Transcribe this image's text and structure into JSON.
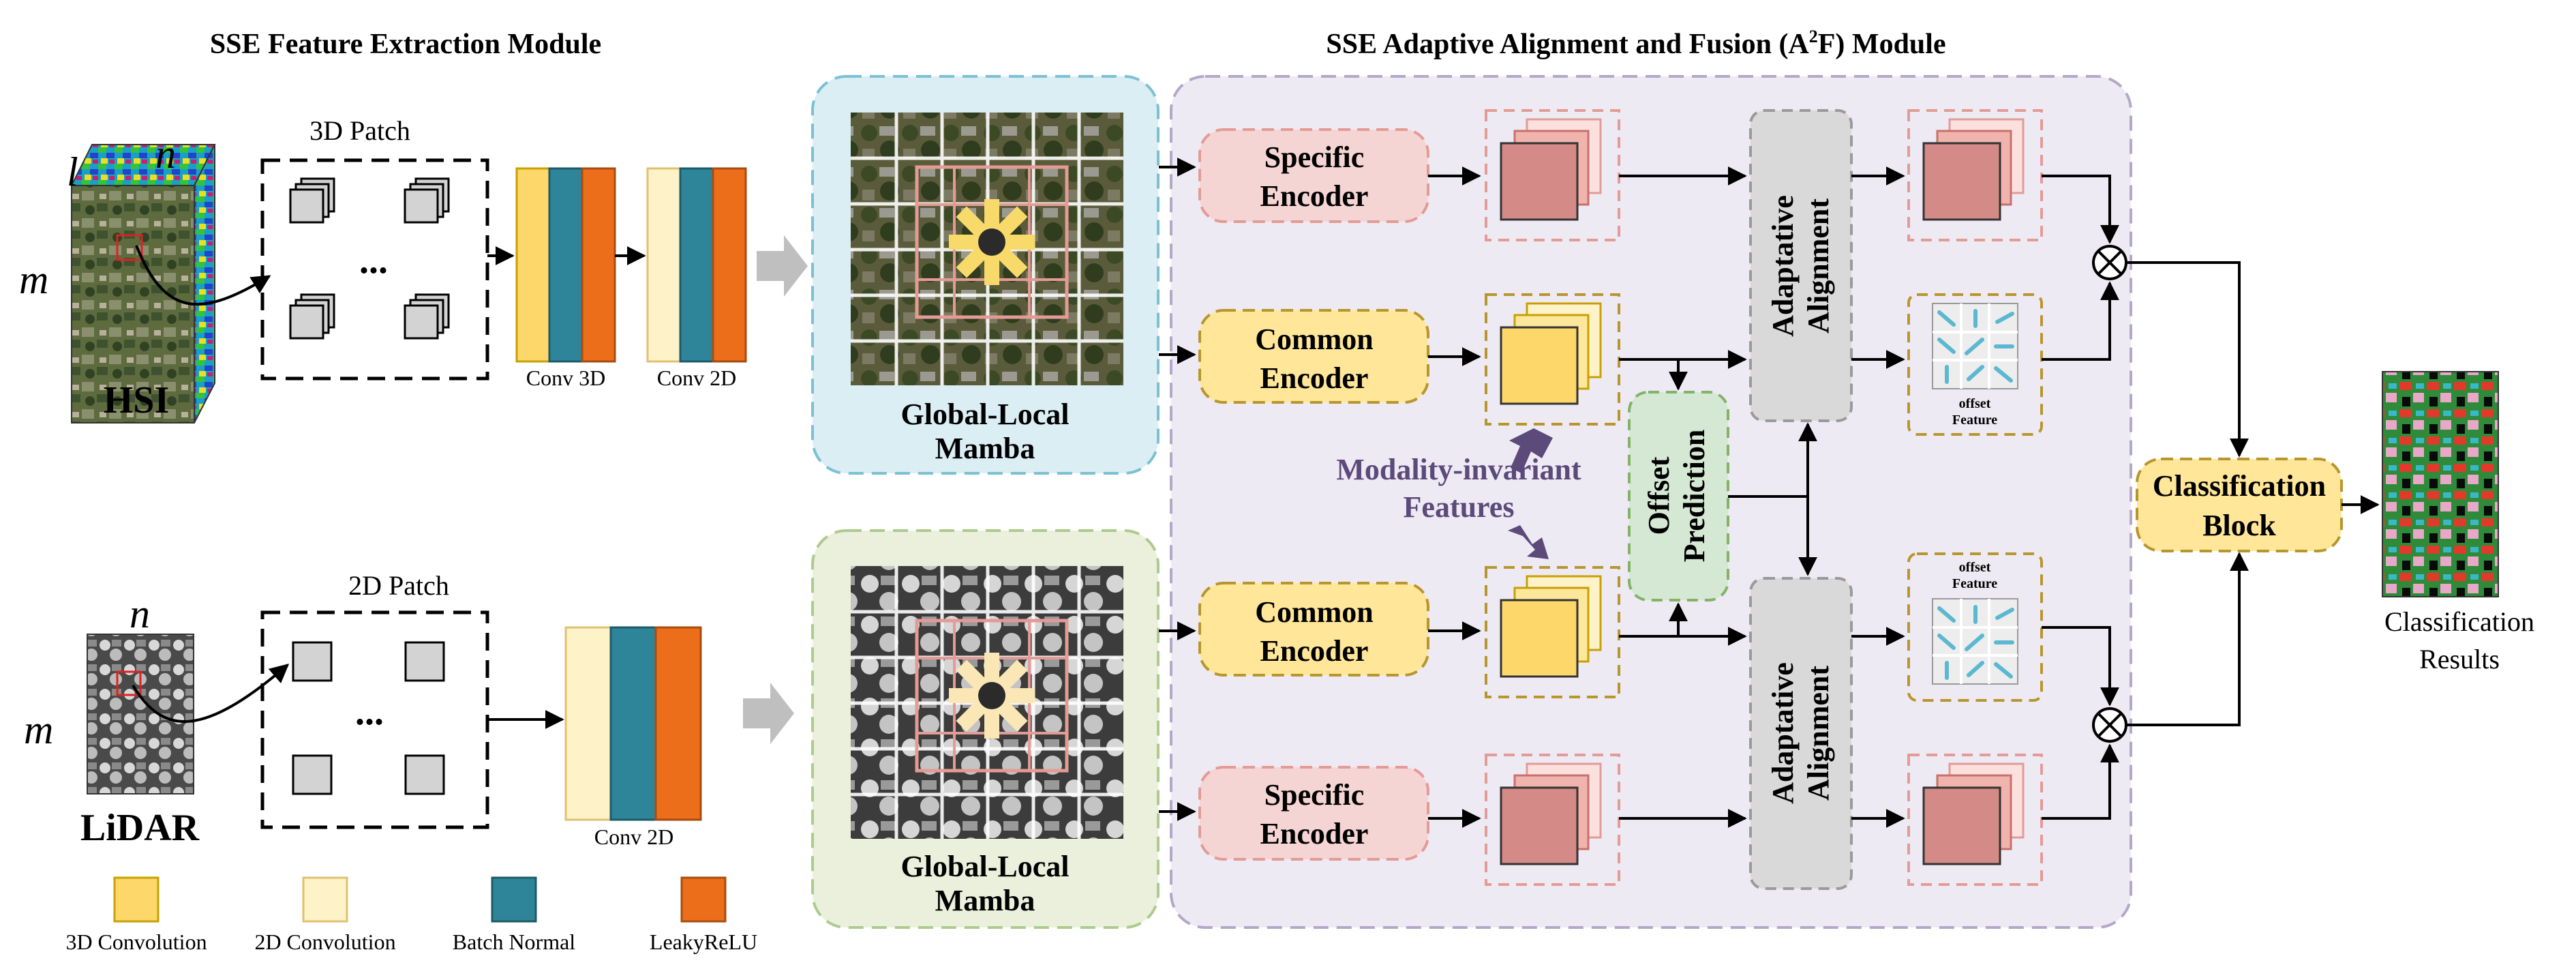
{
  "titles": {
    "feature_extraction": "SSE Feature Extraction Module",
    "fusion_pre": "SSE Adaptive Alignment and Fusion (A",
    "fusion_sup": "2",
    "fusion_post": "F) Module"
  },
  "hsi": {
    "label": "HSI",
    "dim_l": "l",
    "dim_n": "n",
    "dim_m": "m"
  },
  "lidar": {
    "label": "LiDAR",
    "dim_n": "n",
    "dim_m": "m"
  },
  "patches": {
    "patch3d": "3D Patch",
    "patch2d": "2D Patch",
    "ellipsis": "..."
  },
  "conv": {
    "conv3d": "Conv 3D",
    "conv2d_top": "Conv 2D",
    "conv2d_bottom": "Conv 2D"
  },
  "mamba": {
    "line1": "Global-Local",
    "line2": "Mamba"
  },
  "encoders": {
    "specific_line1": "Specific",
    "specific_line2": "Encoder",
    "common_line1": "Common",
    "common_line2": "Encoder"
  },
  "offset_prediction": {
    "line1": "Offset",
    "line2": "Prediction"
  },
  "alignment": {
    "line1": "Adaptative",
    "line2": "Alignment"
  },
  "offset_feature": {
    "line1": "offset",
    "line2": "Feature"
  },
  "modality_invariant": {
    "line1": "Modality-invariant",
    "line2": "Features"
  },
  "classification_block": {
    "line1": "Classification",
    "line2": "Block"
  },
  "classification_results": {
    "line1": "Classification",
    "line2": "Results"
  },
  "legend": [
    "3D Convolution",
    "2D Convolution",
    "Batch Normal",
    "LeakyReLU"
  ],
  "colors": {
    "conv3d": "#FDD76A",
    "conv2d": "#FEF2C9",
    "batch_norm": "#2E8599",
    "leaky_relu": "#EC6E1A",
    "mamba_hsi_bg": "#DBEEF4",
    "mamba_lidar_bg": "#EAF0DC",
    "fusion_bg": "#EEEAF4",
    "specific": "#F5D5D3",
    "common": "#FFE699",
    "offset_pred": "#D5E8D4",
    "alignment": "#D9D9D9",
    "classification": "#FFE699",
    "modality_text": "#5B4A7A"
  }
}
